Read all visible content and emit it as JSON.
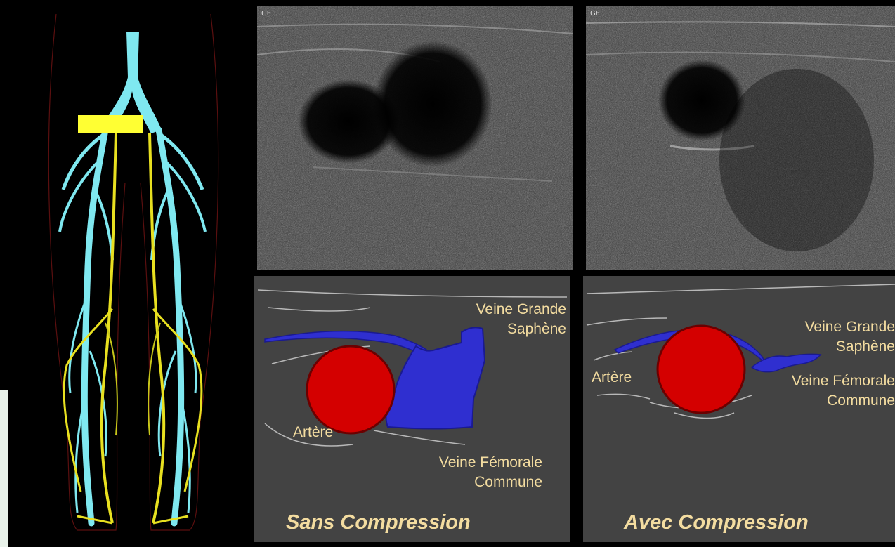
{
  "ultrasound": {
    "left_tag": "GE",
    "right_tag": "GE"
  },
  "sans_compression": {
    "label_saphene_1": "Veine Grande",
    "label_saphene_2": "Saphène",
    "label_artere": "Artère",
    "label_femorale_1": "Veine Fémorale",
    "label_femorale_2": "Commune",
    "caption": "Sans Compression"
  },
  "avec_compression": {
    "label_saphene_1": "Veine Grande",
    "label_saphene_2": "Saphène",
    "label_artere": "Artère",
    "label_femorale_1": "Veine Fémorale",
    "label_femorale_2": "Commune",
    "caption": "Avec Compression"
  },
  "colors": {
    "vein": "#7fe8f0",
    "artery_line": "#e8e020",
    "probe": "#ffff33",
    "artery_fill": "#d40000",
    "vein_fill": "#2f2fd0",
    "schema_bg": "#434343",
    "label_text": "#f3dca0"
  }
}
